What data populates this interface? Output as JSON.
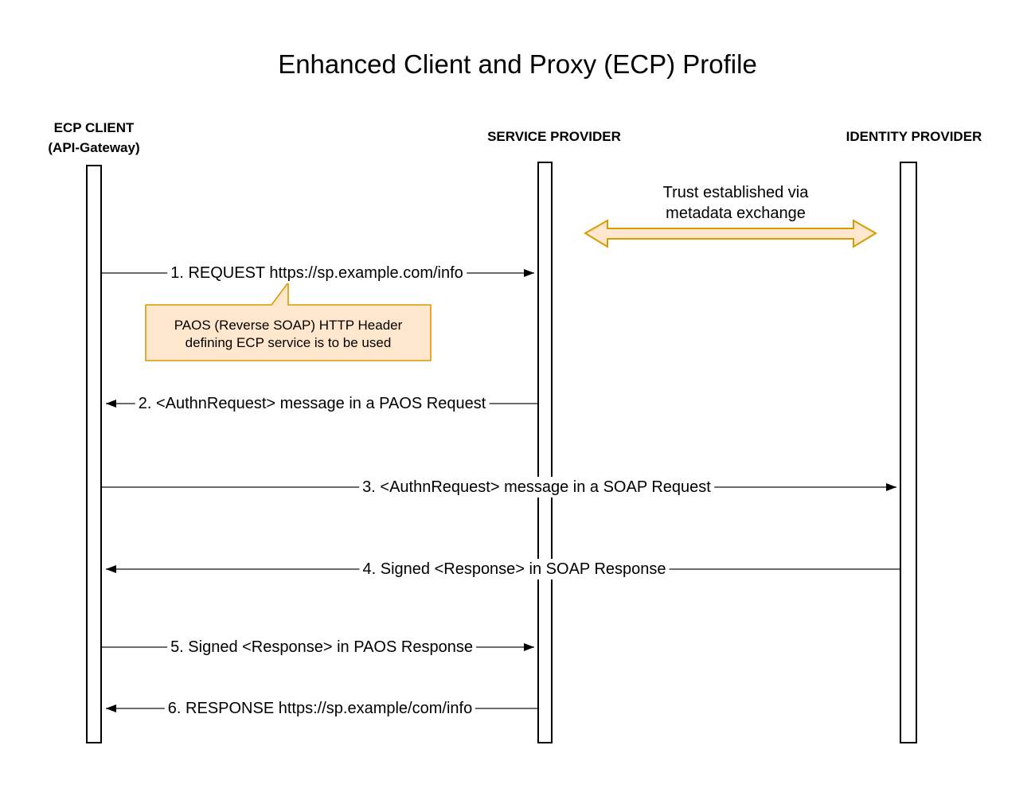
{
  "diagram": {
    "title": "Enhanced Client and Proxy (ECP) Profile",
    "actors": [
      {
        "name": "ECP CLIENT",
        "subtitle": "(API-Gateway)"
      },
      {
        "name": "SERVICE PROVIDER"
      },
      {
        "name": "IDENTITY PROVIDER"
      }
    ],
    "trust_note": {
      "line1": "Trust established via",
      "line2": "metadata exchange"
    },
    "callout": {
      "line1": "PAOS (Reverse SOAP) HTTP Header",
      "line2": "defining ECP service is to be used"
    },
    "messages": [
      {
        "label": "1. REQUEST https://sp.example.com/info",
        "from": "ECP CLIENT",
        "to": "SERVICE PROVIDER",
        "direction": "right"
      },
      {
        "label": "2. <AuthnRequest> message in a PAOS Request",
        "from": "SERVICE PROVIDER",
        "to": "ECP CLIENT",
        "direction": "left"
      },
      {
        "label": "3. <AuthnRequest> message in a SOAP Request",
        "from": "ECP CLIENT",
        "to": "IDENTITY PROVIDER",
        "direction": "right"
      },
      {
        "label": "4. Signed <Response> in SOAP Response",
        "from": "IDENTITY PROVIDER",
        "to": "ECP CLIENT",
        "direction": "left"
      },
      {
        "label": "5. Signed <Response> in PAOS Response",
        "from": "ECP CLIENT",
        "to": "SERVICE PROVIDER",
        "direction": "right"
      },
      {
        "label": "6. RESPONSE https://sp.example/com/info",
        "from": "SERVICE PROVIDER",
        "to": "ECP CLIENT",
        "direction": "left"
      }
    ],
    "colors": {
      "note_fill": "#FFE6CC",
      "note_stroke": "#D79B00",
      "line": "#3b3b3b",
      "background": "#FFFFFF"
    }
  }
}
